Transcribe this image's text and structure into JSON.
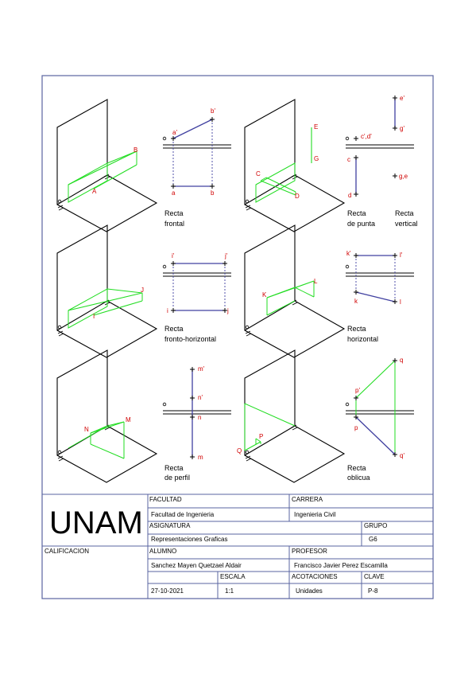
{
  "colors": {
    "frame": "#5a64a0",
    "green": "#22dd22",
    "blue": "#4040a0",
    "red": "#d00000",
    "black": "#000000"
  },
  "panels": [
    {
      "id": "frontal",
      "caption1": "Recta",
      "caption2": "frontal",
      "iso": {
        "origin": "o",
        "p1": "A",
        "p2": "B"
      },
      "proj": {
        "top1": "a'",
        "top2": "b'",
        "bot1": "a",
        "bot2": "b"
      }
    },
    {
      "id": "fronto-horizontal",
      "caption1": "Recta",
      "caption2": "fronto-horizontal",
      "iso": {
        "origin": "o",
        "p1": "I",
        "p2": "J"
      },
      "proj": {
        "top1": "i'",
        "top2": "j'",
        "bot1": "i",
        "bot2": "j"
      }
    },
    {
      "id": "perfil",
      "caption1": "Recta",
      "caption2": "de perfil",
      "iso": {
        "origin": "o",
        "p1": "N",
        "p2": "M"
      },
      "proj": {
        "m1": "m'",
        "n1": "n'",
        "n2": "n",
        "m2": "m"
      }
    },
    {
      "id": "punta-vertical",
      "caption1": "Recta",
      "caption2": "de punta",
      "caption3": "Recta",
      "caption4": "vertical",
      "iso": {
        "origin": "o",
        "p1": "C",
        "p2": "D",
        "p3": "E",
        "p4": "G"
      },
      "proj": {
        "cd": "c',d'",
        "c": "c",
        "d": "d",
        "e1": "e'",
        "g1": "g'",
        "ge": "g,e"
      }
    },
    {
      "id": "horizontal",
      "caption1": "Recta",
      "caption2": "horizontal",
      "iso": {
        "origin": "o",
        "p1": "K",
        "p2": "L"
      },
      "proj": {
        "k1": "k'",
        "l1": "l'",
        "k": "k",
        "l": "l"
      }
    },
    {
      "id": "oblicua",
      "caption1": "Recta",
      "caption2": "oblicua",
      "iso": {
        "origin": "o",
        "p1": "P",
        "p2": "Q"
      },
      "proj": {
        "q": "q",
        "p1": "p'",
        "p": "p",
        "q1": "q'"
      }
    }
  ],
  "title_block": {
    "logo": "UNAM",
    "facultad_label": "FACULTAD",
    "facultad": "Facultad de Ingenieria",
    "carrera_label": "CARRERA",
    "carrera": "Ingenieria Civil",
    "asignatura_label": "ASIGNATURA",
    "asignatura": "Representaciones Graficas",
    "grupo_label": "GRUPO",
    "grupo": "G6",
    "calificacion_label": "CALIFICACION",
    "alumno_label": "ALUMNO",
    "alumno": "Sanchez Mayen Quetzael Aldair",
    "profesor_label": "PROFESOR",
    "profesor": "Francisco Javier Perez Escamilla",
    "fecha": "27-10-2021",
    "escala_label": "ESCALA",
    "escala": "1:1",
    "acotaciones_label": "ACOTACIONES",
    "acotaciones": "Unidades",
    "clave_label": "CLAVE",
    "clave": "P-8"
  }
}
